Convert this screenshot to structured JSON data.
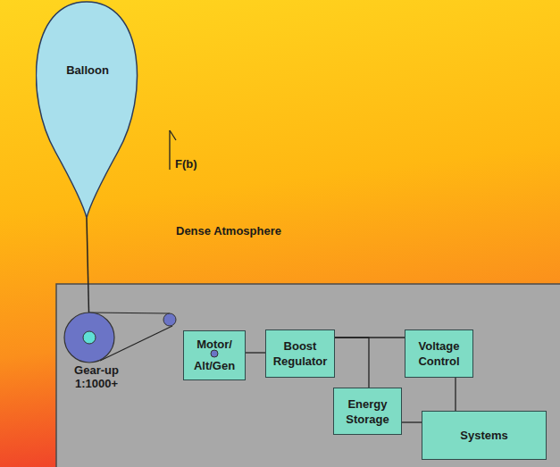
{
  "diagram": {
    "nodes": [
      {
        "text": [
          "Balloon"
        ]
      },
      {
        "text": [
          "Motor/ Alt/Gen"
        ]
      },
      {
        "text": [
          "Boost Regulator"
        ]
      },
      {
        "text": [
          "Voltage Control"
        ]
      },
      {
        "text": [
          "Energy Storage"
        ]
      },
      {
        "text": [
          "Systems"
        ]
      }
    ],
    "edges": [
      {
        "from": 1,
        "to": 2,
        "arrow": "none"
      },
      {
        "from": 2,
        "to": 3,
        "arrow": "none"
      },
      {
        "from": 2,
        "to": 4,
        "arrow": "none"
      },
      {
        "from": 4,
        "to": 5,
        "arrow": "none"
      },
      {
        "from": 3,
        "to": 5,
        "arrow": "none"
      }
    ],
    "labels": [
      "F(b)",
      "Dense Atmosphere",
      "Gear-up 1:1000+"
    ]
  }
}
